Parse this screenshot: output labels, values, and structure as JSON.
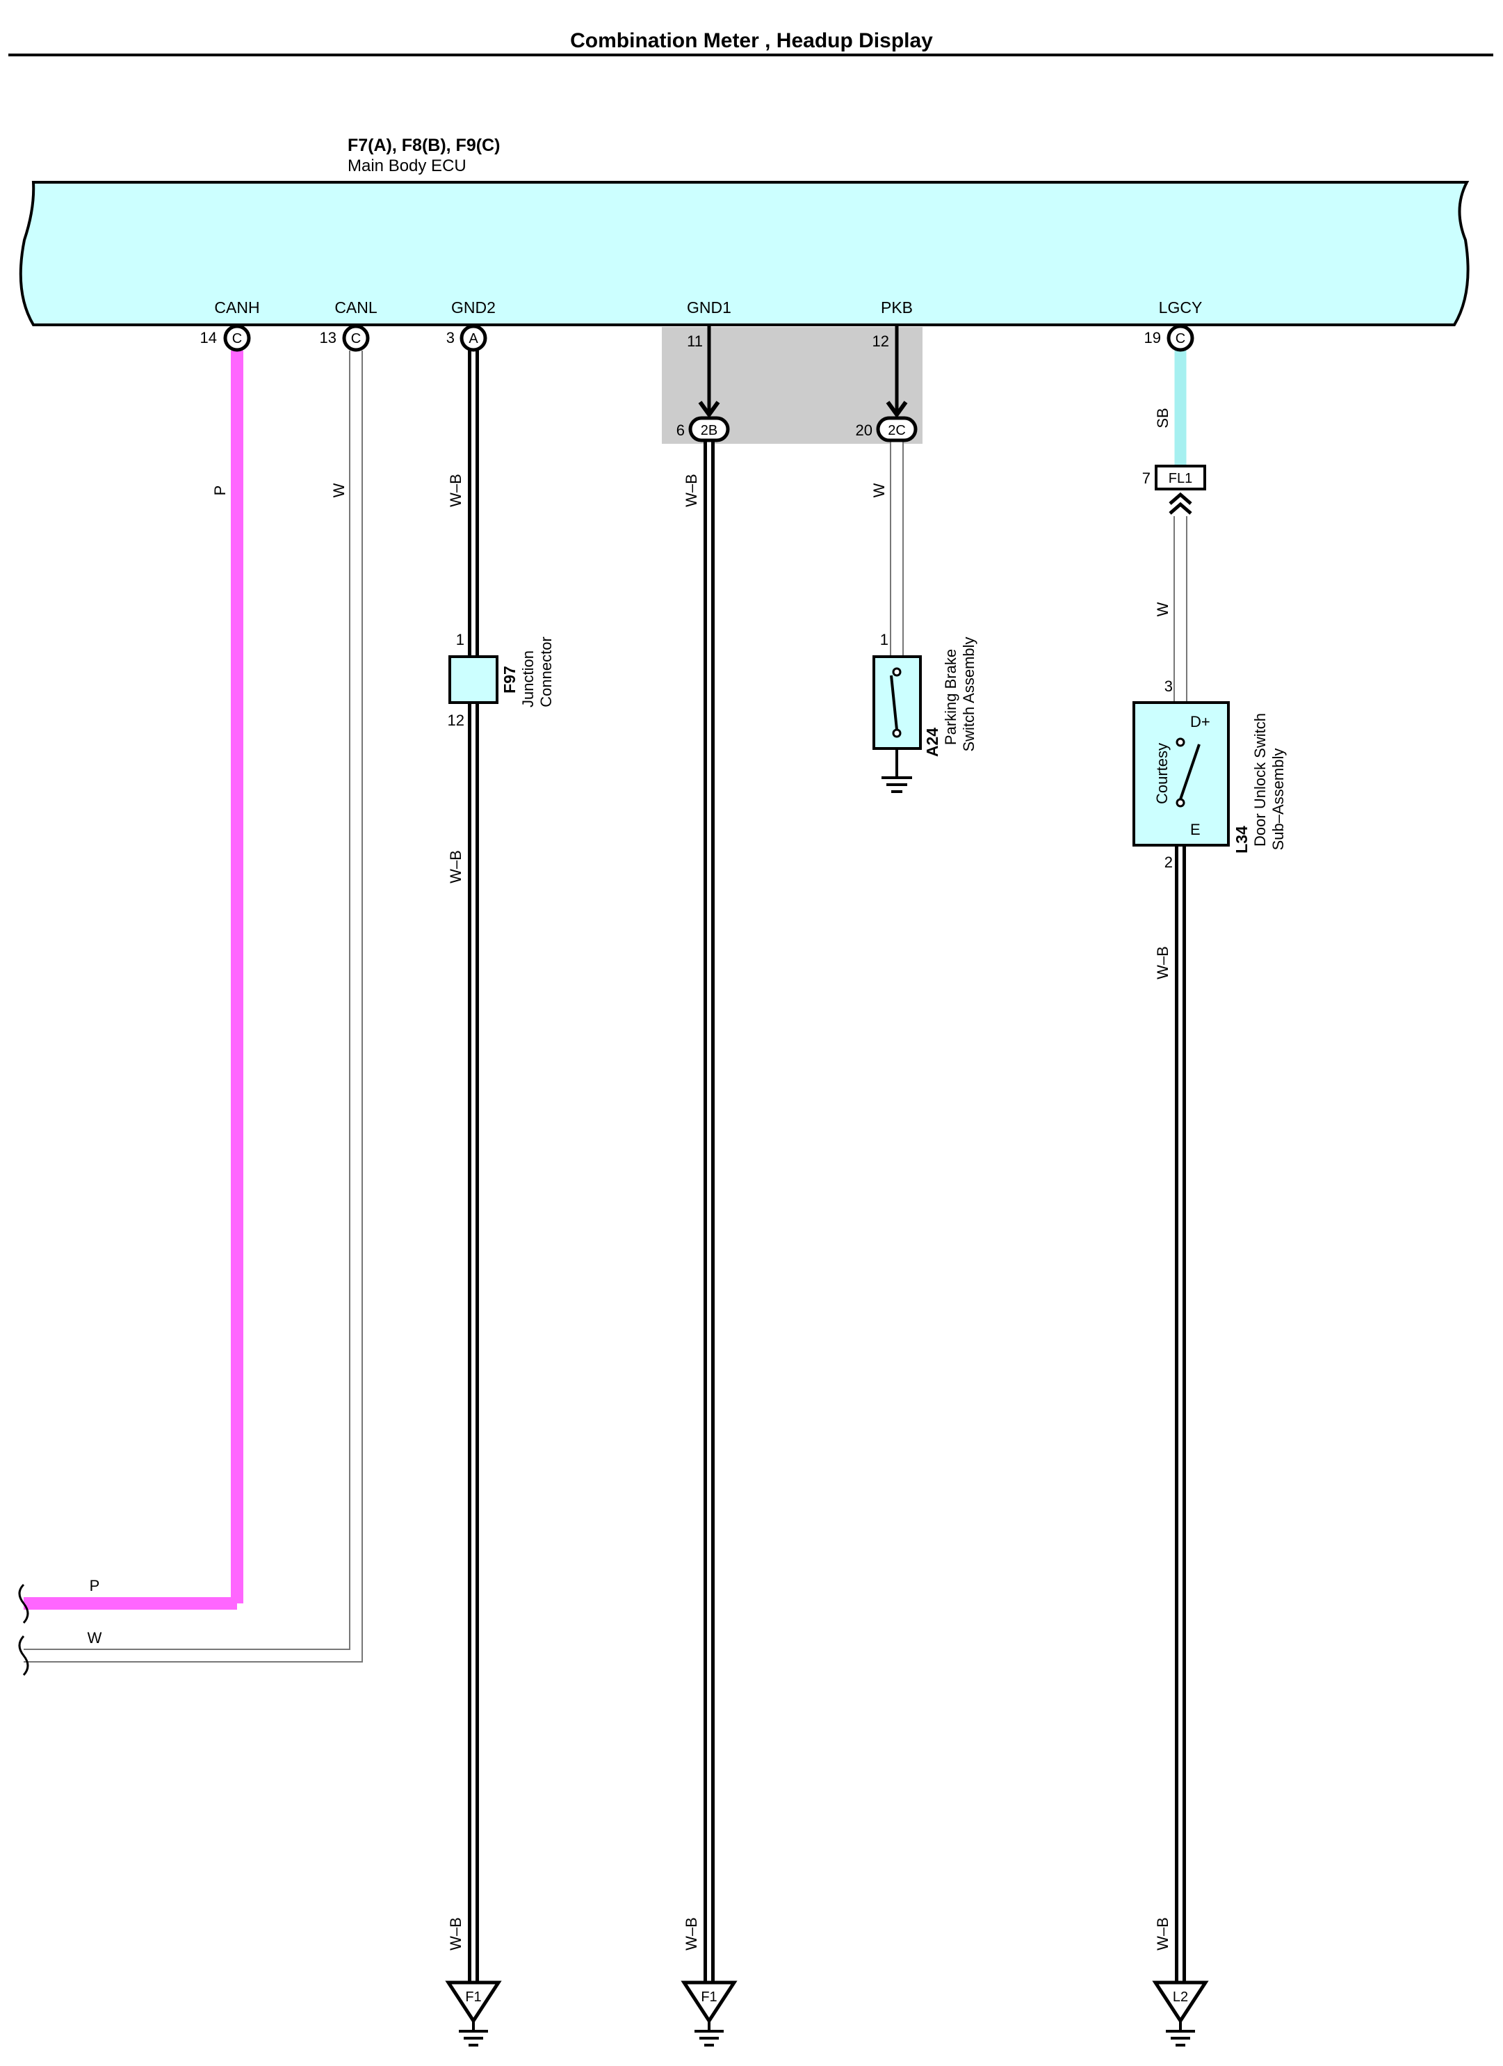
{
  "title": "Combination Meter , Headup Display",
  "ecu": {
    "connectors": "F7(A), F8(B), F9(C)",
    "name": "Main Body ECU",
    "color": "#ccffff"
  },
  "pins": [
    {
      "label": "CANH",
      "pin_number": "14",
      "connector": "C"
    },
    {
      "label": "CANL",
      "pin_number": "13",
      "connector": "C"
    },
    {
      "label": "GND2",
      "pin_number": "3",
      "connector": "A"
    },
    {
      "label": "GND1",
      "pin_number": "11"
    },
    {
      "label": "PKB",
      "pin_number": "12"
    },
    {
      "label": "LGCY",
      "pin_number": "19",
      "connector": "C"
    }
  ],
  "junction_block_connectors": [
    {
      "pin_number": "6",
      "code": "2B"
    },
    {
      "pin_number": "20",
      "code": "2C"
    }
  ],
  "inline_connector": {
    "pin_number": "7",
    "code": "FL1"
  },
  "wire_colors": {
    "P": "#ff66ff",
    "SB": "#a6f0f0",
    "W": "#ffffff",
    "W-B": "#ffffff"
  },
  "wires": {
    "canh": "P",
    "canl": "W",
    "gnd2_upper": "W–B",
    "gnd2_lower": "W–B",
    "gnd2_bottom": "W–B",
    "gnd1_upper": "W–B",
    "gnd1_bottom": "W–B",
    "pkb": "W",
    "lgcy_upper": "SB",
    "lgcy_mid": "W",
    "lgcy_lower": "W–B",
    "lgcy_bottom": "W–B",
    "left_p": "P",
    "left_w": "W"
  },
  "components": {
    "f97": {
      "id": "F97",
      "name_line1": "Junction",
      "name_line2": "Connector",
      "pin_top": "1",
      "pin_bottom": "12"
    },
    "a24": {
      "id": "A24",
      "name_line1": "Parking Brake",
      "name_line2": "Switch Assembly",
      "pin_top": "1"
    },
    "l34": {
      "id": "L34",
      "name_line1": "Door Unlock Switch",
      "name_line2": "Sub–Assembly",
      "pin_top": "3",
      "pin_bottom": "2",
      "inner_label": "Courtesy",
      "terminal_top": "D+",
      "terminal_bottom": "E"
    }
  },
  "grounds": [
    {
      "label": "F1"
    },
    {
      "label": "F1"
    },
    {
      "label": "L2"
    }
  ]
}
